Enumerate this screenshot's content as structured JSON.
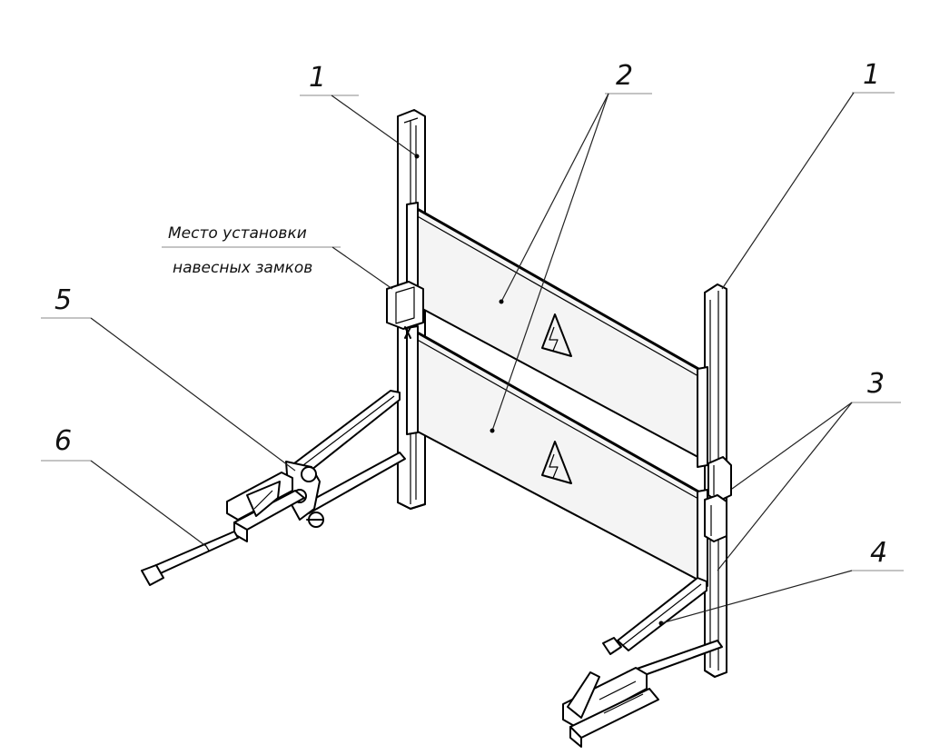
{
  "labels": {
    "post_left": "1",
    "post_right": "1",
    "panels": "2",
    "hinge_parts": "3",
    "bracket": "4",
    "strut": "5",
    "handle": "6"
  },
  "note": {
    "line1": "Место установки",
    "line2": "навесных замков"
  }
}
